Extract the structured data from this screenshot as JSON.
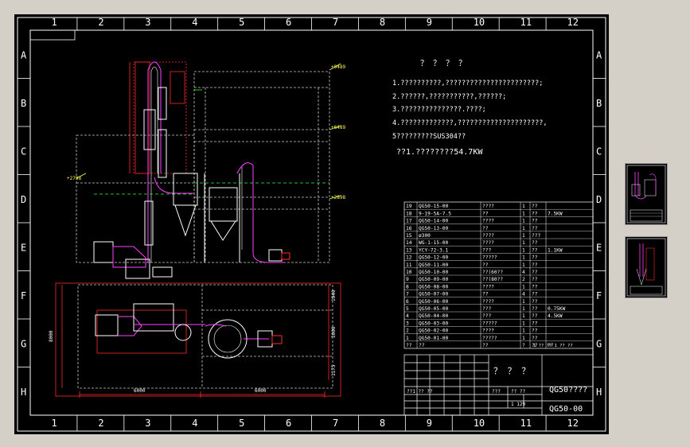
{
  "frame": {
    "cols": [
      "1",
      "2",
      "3",
      "4",
      "5",
      "6",
      "7",
      "8",
      "9",
      "10",
      "11",
      "12"
    ],
    "rows": [
      "A",
      "B",
      "C",
      "D",
      "E",
      "F",
      "G",
      "H"
    ]
  },
  "notes": {
    "title": "？ ？ ？ ？",
    "lines": [
      "1.??????????,???????????????????????;",
      "2.??????,???????????,??????;",
      "3.???????????????.????;",
      "4.?????????????,?????????????????????,",
      "5?????????SUS304??",
      "??1.????????54.7KW"
    ]
  },
  "elevations": [
    "+9489",
    "+6489",
    "+2798",
    "+2898"
  ],
  "labels": {
    "side_dim": "8000",
    "dim1": "6000",
    "dim2": "6000",
    "rd1": "1940",
    "rd2": "3000",
    "rd3": "1175"
  },
  "bom": [
    {
      "n": "19",
      "c": "QG50-15-00",
      "d": "????",
      "q": "1",
      "m": "??",
      "r": ""
    },
    {
      "n": "18",
      "c": "9-19-5A-7.5",
      "d": "??",
      "q": "1",
      "m": "??",
      "r": "7.5KW"
    },
    {
      "n": "17",
      "c": "QG50-14-00",
      "d": "????",
      "q": "1",
      "m": "??",
      "r": ""
    },
    {
      "n": "16",
      "c": "QG50-13-00",
      "d": "??",
      "q": "1",
      "m": "??",
      "r": ""
    },
    {
      "n": "15",
      "c": "ø300",
      "d": "????",
      "q": "1",
      "m": "???",
      "r": ""
    },
    {
      "n": "14",
      "c": "WG-1-15-00",
      "d": "????",
      "q": "1",
      "m": "??",
      "r": ""
    },
    {
      "n": "13",
      "c": "YCY-72-3.1",
      "d": "???",
      "q": "1",
      "m": "??",
      "r": "1.1KW"
    },
    {
      "n": "12",
      "c": "QG50-12-00",
      "d": "?????",
      "q": "1",
      "m": "??",
      "r": ""
    },
    {
      "n": "11",
      "c": "QG50-11-00",
      "d": "??",
      "q": "1",
      "m": "??",
      "r": ""
    },
    {
      "n": "10",
      "c": "QG50-10-00",
      "d": "??(60??",
      "q": "4",
      "m": "??",
      "r": ""
    },
    {
      "n": "9",
      "c": "QG50-09-00",
      "d": "??(80??",
      "q": "2",
      "m": "??",
      "r": ""
    },
    {
      "n": "8",
      "c": "QG50-08-00",
      "d": "????",
      "q": "1",
      "m": "??",
      "r": ""
    },
    {
      "n": "7",
      "c": "QG50-07-00",
      "d": "??",
      "q": "4",
      "m": "??",
      "r": ""
    },
    {
      "n": "6",
      "c": "QG50-06-00",
      "d": "????",
      "q": "1",
      "m": "??",
      "r": ""
    },
    {
      "n": "5",
      "c": "QG50-05-00",
      "d": "???",
      "q": "1",
      "m": "??",
      "r": "0.75KW"
    },
    {
      "n": "4",
      "c": "QG50-04-00",
      "d": "???",
      "q": "1",
      "m": "??",
      "r": "4.5KW"
    },
    {
      "n": "3",
      "c": "QG50-03-00",
      "d": "?????",
      "q": "1",
      "m": "??",
      "r": ""
    },
    {
      "n": "2",
      "c": "QG50-02-00",
      "d": "????",
      "q": "1",
      "m": "??",
      "r": ""
    },
    {
      "n": "1",
      "c": "QG50-01-00",
      "d": "?????",
      "q": "1",
      "m": "??",
      "r": ""
    }
  ],
  "bom_header": {
    "n": "??",
    "c": "??",
    "d": "??",
    "q": "?",
    "m": "??",
    "r": "??",
    "x": "1 ?? ?? 1 ?? ??"
  },
  "title_block": {
    "big": "？ ？ ？",
    "name": "QG50????",
    "code": "QG50-00",
    "small_a": "?? ??",
    "small_b": "???",
    "small_c": "??1 ?? ??",
    "small_d": "1  129"
  },
  "colors": {
    "frame": "#ffffff",
    "red": "#ff2a2a",
    "yellow": "#ffff55",
    "magenta": "#ff40ff",
    "green": "#33ff33",
    "cyan": "#44ffff",
    "grey": "#c8c8c8"
  }
}
